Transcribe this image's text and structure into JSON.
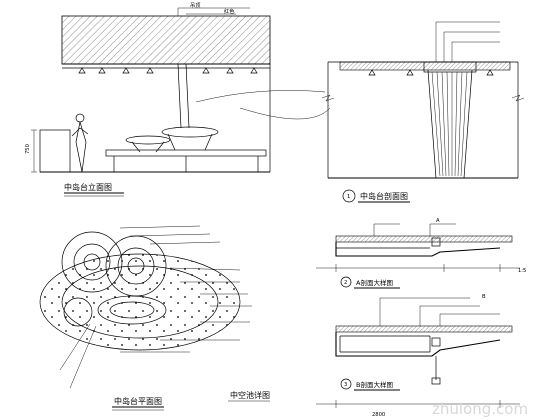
{
  "titles": {
    "elevation": "中岛台立面图",
    "section": "中岛台剖面图",
    "plan": "中岛台平面图",
    "detail_sheet": "中空池详图",
    "detail1": "A剖面大样图",
    "detail2": "B剖面大样图"
  },
  "circle_marks": {
    "section": "1",
    "detail1": "2",
    "detail2": "3"
  },
  "labels": {
    "ceiling_tag": "吊顶",
    "tag_red": "红色",
    "tag_a": "A",
    "tag_b": "B",
    "dim_left_height": "750",
    "dim_bottom": "2800",
    "scale_note": "1:5"
  },
  "watermark": "zhulong.com"
}
